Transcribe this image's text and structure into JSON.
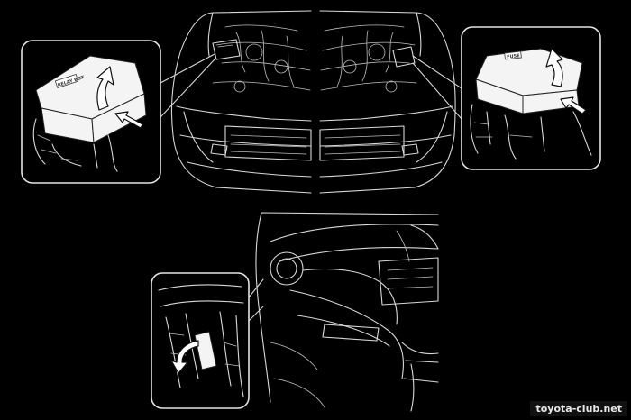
{
  "labels": {
    "left_cover": "RELAY BOX",
    "right_cover": "FUSE"
  },
  "watermark": "toyota-club.net",
  "colors": {
    "background": "#000000",
    "line": "#d8d8d8"
  }
}
